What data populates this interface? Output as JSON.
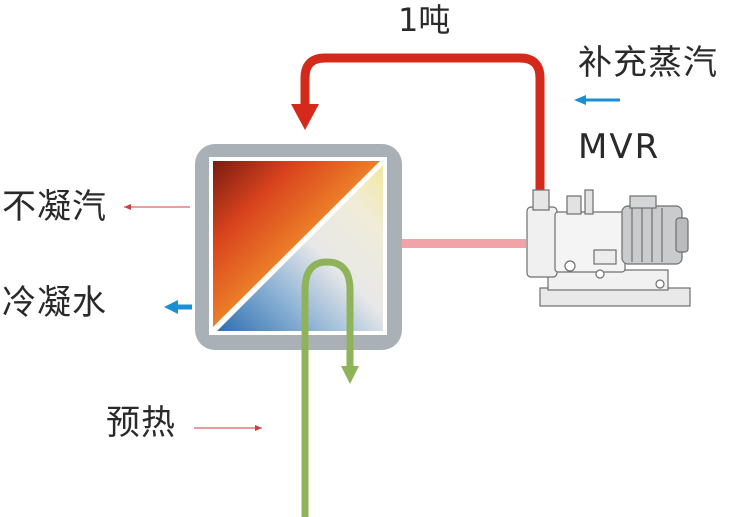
{
  "labels": {
    "top_amount": "1吨",
    "supplement_steam": "补充蒸汽",
    "mvr": "MVR",
    "non_condensable_gas": "不凝汽",
    "condensed_water": "冷凝水",
    "preheat": "预热"
  },
  "colors": {
    "steam_loop": "#d42a1c",
    "supplement_arrow": "#1a8fd4",
    "condensate_arrow": "#1a8fd4",
    "preheat_pipe": "#8fb35a",
    "compressor_link": "#f2a3a8",
    "label_arrow": "#d23c3c",
    "exchanger_frame": "#a9b0b6"
  }
}
